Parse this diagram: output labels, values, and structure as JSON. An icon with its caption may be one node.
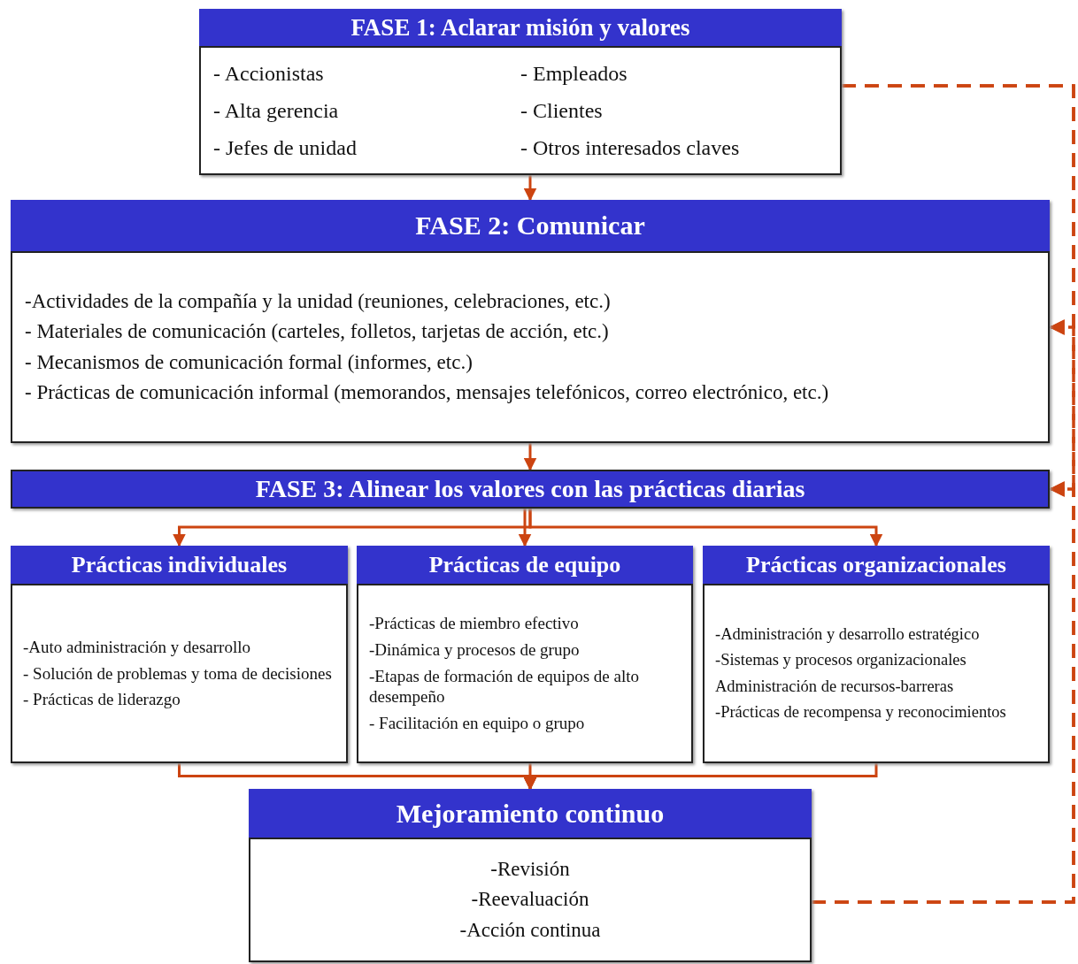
{
  "diagram": {
    "nodes": [
      {
        "text": [
          "FASE 1: Aclarar misión y valores",
          "- Accionistas",
          "- Alta gerencia",
          "- Jefes de unidad",
          "- Empleados",
          "- Clientes",
          "- Otros interesados claves"
        ]
      },
      {
        "text": [
          "FASE 2: Comunicar",
          "-Actividades de la compañía y la unidad (reuniones, celebraciones, etc.)",
          "- Materiales de comunicación (carteles, folletos, tarjetas de acción, etc.)",
          "- Mecanismos de comunicación formal (informes, etc.)",
          "- Prácticas de comunicación informal (memorandos, mensajes telefónicos, correo electrónico, etc.)"
        ]
      },
      {
        "text": [
          "FASE 3: Alinear los valores con las prácticas diarias"
        ]
      },
      {
        "text": [
          "Prácticas individuales",
          "-Auto administración y desarrollo",
          "- Solución de problemas y toma de decisiones",
          "- Prácticas de liderazgo"
        ]
      },
      {
        "text": [
          "Prácticas de equipo",
          "-Prácticas de miembro efectivo",
          "-Dinámica y procesos de grupo",
          "-Etapas de formación de equipos de alto desempeño",
          "- Facilitación en equipo o grupo"
        ]
      },
      {
        "text": [
          "Prácticas organizacionales",
          "-Administración y desarrollo estratégico",
          "-Sistemas y procesos organizacionales",
          "Administración de recursos-barreras",
          "-Prácticas de recompensa y reconocimientos"
        ]
      },
      {
        "text": [
          "Mejoramiento continuo",
          "-Revisión",
          "-Reevaluación",
          "-Acción continua"
        ]
      }
    ],
    "edges": [
      {
        "from": 0,
        "to": 1,
        "arrow": "to"
      },
      {
        "from": 1,
        "to": 2,
        "arrow": "to"
      },
      {
        "from": 2,
        "to": 3,
        "arrow": "to"
      },
      {
        "from": 2,
        "to": 4,
        "arrow": "to"
      },
      {
        "from": 2,
        "to": 5,
        "arrow": "to"
      },
      {
        "from": 3,
        "to": 6,
        "arrow": "to"
      },
      {
        "from": 4,
        "to": 6,
        "arrow": "to"
      },
      {
        "from": 5,
        "to": 6,
        "arrow": "to"
      },
      {
        "from": 0,
        "to": 1,
        "arrow": "to",
        "style": "dashed"
      },
      {
        "from": 0,
        "to": 2,
        "arrow": "to",
        "style": "dashed"
      },
      {
        "from": 6,
        "to": 1,
        "arrow": "to",
        "style": "dashed"
      },
      {
        "from": 6,
        "to": 2,
        "arrow": "to",
        "style": "dashed"
      }
    ]
  }
}
